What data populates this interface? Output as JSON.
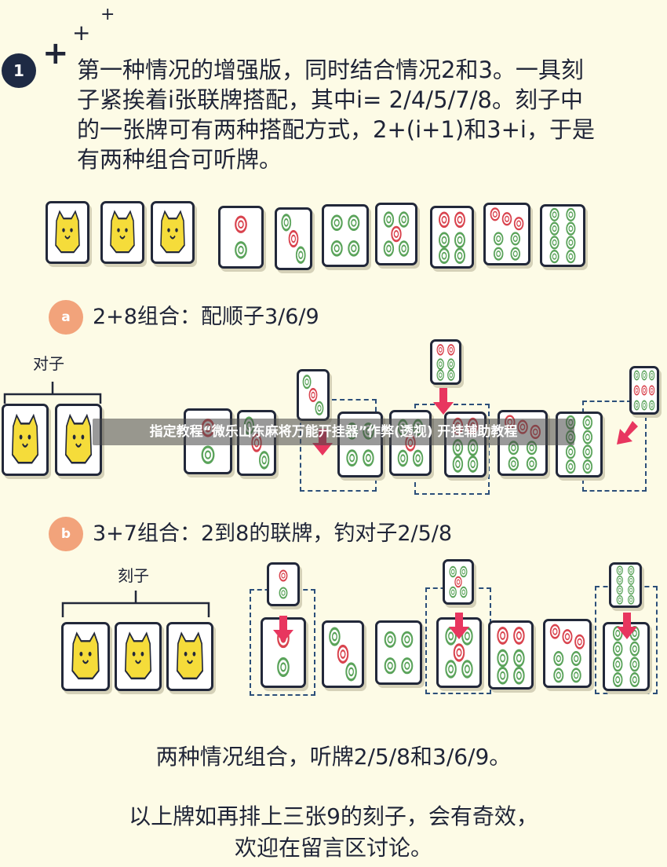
{
  "step": {
    "number": "1",
    "description": "第一种情况的增强版，同时结合情况2和3。一具刻子紧挨着i张联牌搭配，其中i= 2/4/5/7/8。刻子中的一张牌可有两种搭配方式，2+(i+1)和3+i，于是有两种组合可听牌。"
  },
  "decor": {
    "plus": "+"
  },
  "option_a": {
    "badge": "a",
    "title": "2+8组合：配顺子3/6/9",
    "group_label": "对子"
  },
  "option_b": {
    "badge": "b",
    "title": "3+7组合：2到8的联牌，钓对子2/5/8",
    "group_label": "刻子"
  },
  "watermark": "指定教程“微乐山东麻将万能开挂器”作弊(透视) 开挂辅助教程",
  "footer": {
    "line1": "两种情况组合，听牌2/5/8和3/6/9。",
    "line2": "以上牌如再排上三张9的刻子，会有奇效，",
    "line3": "欢迎在留言区讨论。"
  },
  "colors": {
    "badge_dark": "#1e2a44",
    "badge_orange": "#f2a37b",
    "arrow": "#e8365f",
    "dot_green": "#5aa35a",
    "dot_red": "#d9434e",
    "bird_yellow": "#f5dc3a",
    "dashed_box": "#2c4f7a"
  },
  "tile_faces": {
    "row1": [
      "1条",
      "1条",
      "1条",
      "2饼",
      "3饼",
      "4饼",
      "5饼",
      "6饼",
      "7饼",
      "8饼"
    ],
    "row_a": [
      "1条",
      "1条",
      "3饼",
      "2饼",
      "4饼",
      "5饼",
      "6饼",
      "7饼",
      "8饼"
    ],
    "row_a_extra": [
      "3饼",
      "6饼",
      "9饼"
    ],
    "row_b": [
      "1条",
      "1条",
      "1条",
      "2饼",
      "3饼",
      "4饼",
      "5饼",
      "6饼",
      "7饼",
      "8饼"
    ],
    "row_b_extra": [
      "2饼",
      "5饼",
      "8饼"
    ]
  }
}
